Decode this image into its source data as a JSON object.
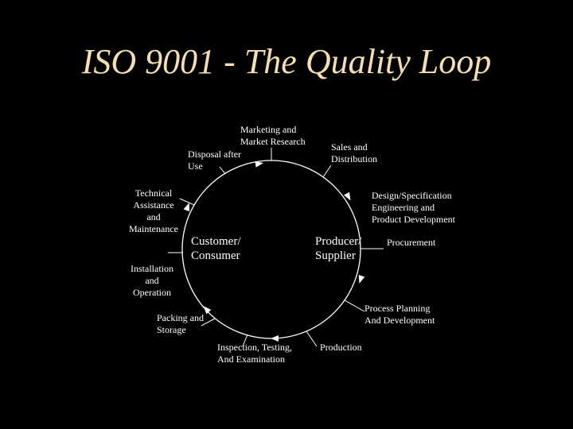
{
  "title": "ISO 9001 - The Quality Loop",
  "colors": {
    "background": "#000000",
    "title": "#f5deb0",
    "text": "#ffffff",
    "loop": "#ffffff"
  },
  "center": {
    "left": "Customer/\nConsumer",
    "right": "Producer/\nSupplier"
  },
  "stages": {
    "marketing": "Marketing and\nMarket Research",
    "sales": "Sales and\nDistribution",
    "design": "Design/Specification\nEngineering and\nProduct Development",
    "procurement": "Procurement",
    "process_planning": "Process Planning\nAnd Development",
    "production": "Production",
    "inspection": "Inspection, Testing,\nAnd Examination",
    "packing": "Packing and\nStorage",
    "installation": "Installation\nand\nOperation",
    "technical": "Technical\nAssistance\nand\nMaintenance",
    "disposal": "Disposal after\nUse"
  }
}
